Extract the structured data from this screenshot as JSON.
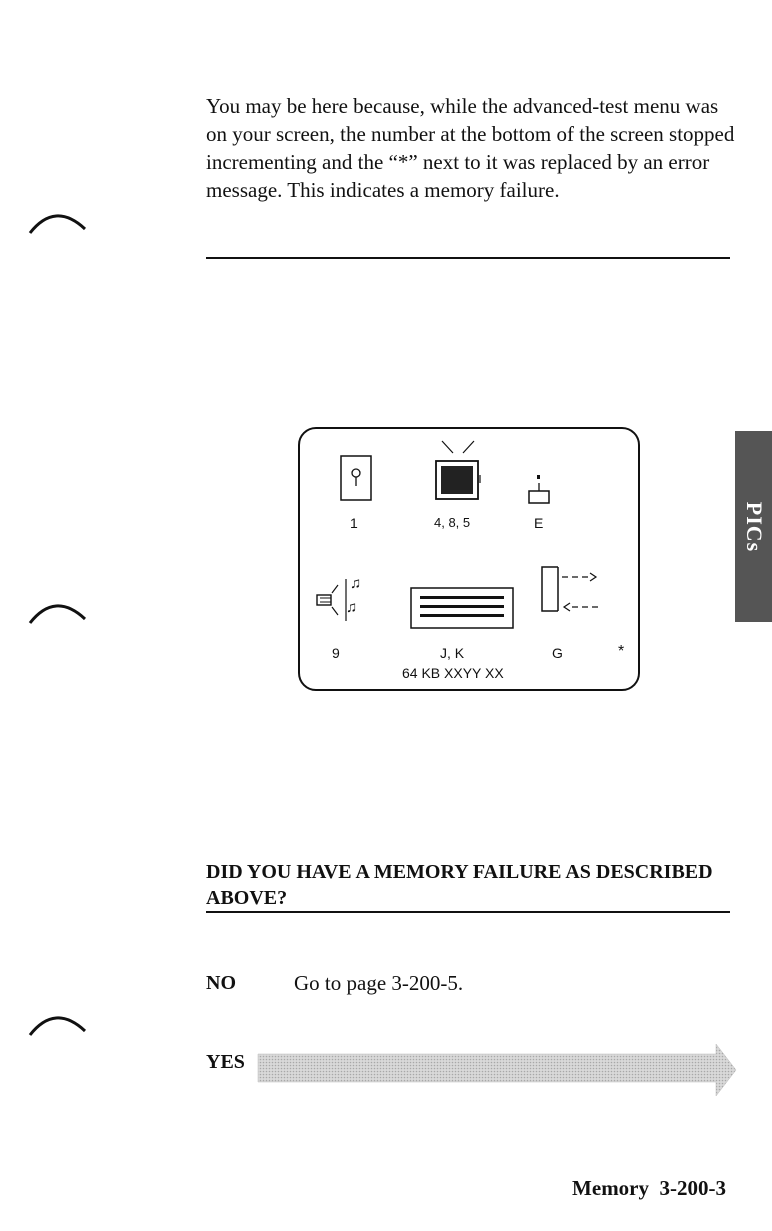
{
  "intro_text": "You may be here because, while the advanced-test menu was on your screen, the number at the bottom of the screen stopped incrementing and the “*” next to it was replaced by an error message. This indicates a memory failure.",
  "side_tab": "PICs",
  "screen": {
    "label_1": "1",
    "label_485": "4, 8, 5",
    "label_e": "E",
    "label_9": "9",
    "label_jk": "J, K",
    "label_g": "G",
    "label_star": "*",
    "status_line": "64 KB XXYY XX"
  },
  "question": "DID YOU HAVE A MEMORY FAILURE AS DESCRIBED ABOVE?",
  "answers": {
    "no_key": "NO",
    "no_text": "Go to page 3-200-5.",
    "yes_key": "YES"
  },
  "footer": "Memory  3-200-3"
}
